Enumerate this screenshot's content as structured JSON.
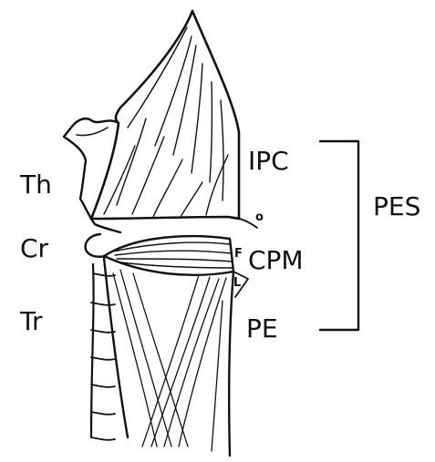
{
  "labels": {
    "thyroid": "Th",
    "cricoid": "Cr",
    "trachea": "Tr",
    "ipc": "IPC",
    "cpm": "CPM",
    "pe": "PE",
    "pes": "PES",
    "o": "o",
    "f": "F",
    "l": "L"
  },
  "colors": {
    "ink": "#111111",
    "background": "#ffffff"
  }
}
